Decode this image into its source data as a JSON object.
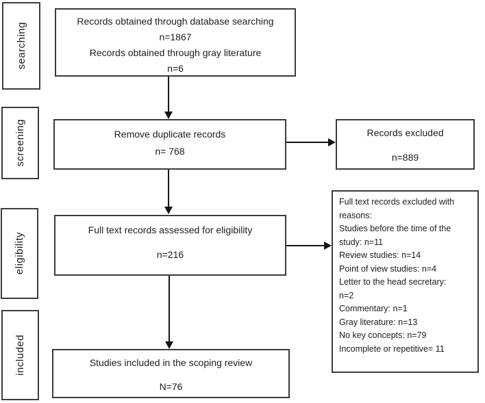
{
  "figure": {
    "colors": {
      "background": "#ffffff",
      "box_border": "#3b3b3b",
      "text": "#1c1c1c",
      "arrow": "#141414"
    },
    "stages": [
      {
        "label": "searching"
      },
      {
        "label": "screening"
      },
      {
        "label": "eligibility"
      },
      {
        "label": "included"
      }
    ],
    "flow": {
      "identification": {
        "line1": "Records obtained through database searching",
        "line2": "n=1867",
        "line3": "Records obtained through gray literature",
        "line4": "n=6"
      },
      "duplicates": {
        "title": "Remove duplicate records",
        "count": "n= 768"
      },
      "records_excluded": {
        "title": "Records excluded",
        "count": "n=889"
      },
      "fulltext": {
        "title": "Full text records assessed for eligibility",
        "count": "n=216"
      },
      "reasons": {
        "lines": [
          "Full text records excluded with",
          "reasons:",
          "Studies before the time of the",
          "study: n=11",
          "Review studies: n=14",
          "Point of view studies: n=4",
          "Letter to the head secretary:",
          "n=2",
          "Commentary: n=1",
          "Gray literature: n=13",
          "No key concepts: n=79",
          "Incomplete or repetitive= 11"
        ]
      },
      "included": {
        "title": "Studies included in the scoping review",
        "count": "N=76"
      }
    }
  }
}
